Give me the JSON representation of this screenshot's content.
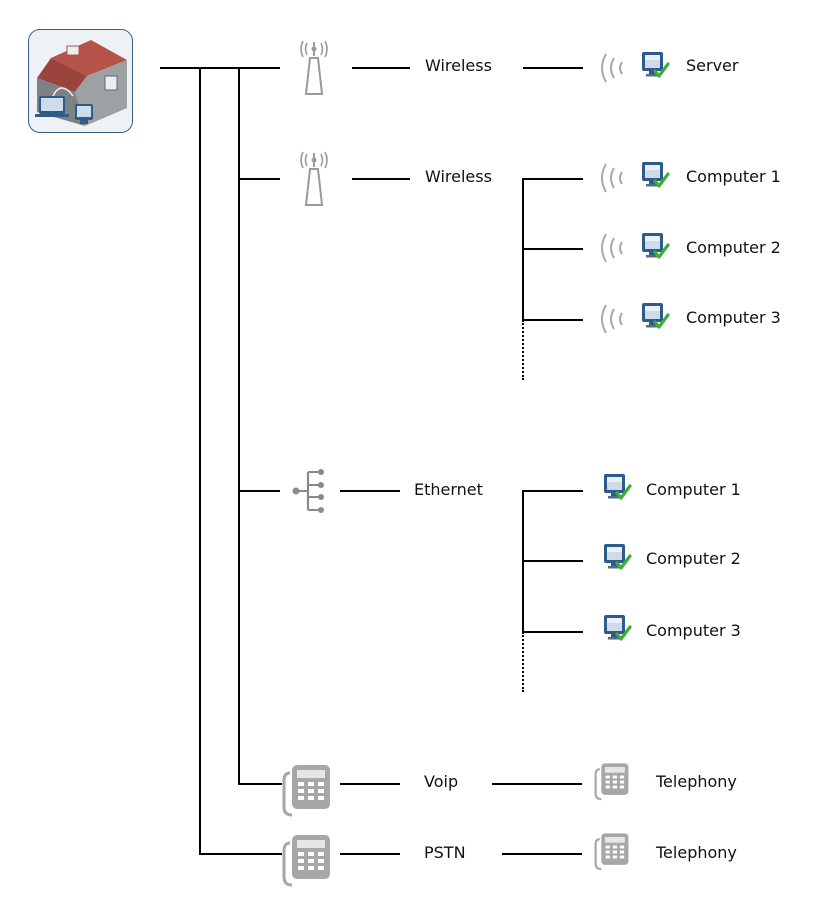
{
  "diagram": {
    "house_icon": "home-network-icon",
    "branches": [
      {
        "connection": "Wireless",
        "icon": "antenna-icon",
        "devices": [
          {
            "label": "Server",
            "icon": "computer-icon",
            "signal": true
          }
        ]
      },
      {
        "connection": "Wireless",
        "icon": "antenna-icon",
        "devices": [
          {
            "label": "Computer 1",
            "icon": "computer-icon",
            "signal": true
          },
          {
            "label": "Computer 2",
            "icon": "computer-icon",
            "signal": true
          },
          {
            "label": "Computer 3",
            "icon": "computer-icon",
            "signal": true
          }
        ],
        "more": true
      },
      {
        "connection": "Ethernet",
        "icon": "ethernet-hub-icon",
        "devices": [
          {
            "label": "Computer 1",
            "icon": "computer-icon",
            "signal": false
          },
          {
            "label": "Computer 2",
            "icon": "computer-icon",
            "signal": false
          },
          {
            "label": "Computer 3",
            "icon": "computer-icon",
            "signal": false
          }
        ],
        "more": true
      },
      {
        "connection": "Voip",
        "icon": "telephone-icon",
        "devices": [
          {
            "label": "Telephony",
            "icon": "telephone-icon",
            "signal": false
          }
        ]
      },
      {
        "connection": "PSTN",
        "icon": "telephone-icon",
        "devices": [
          {
            "label": "Telephony",
            "icon": "telephone-icon",
            "signal": false
          }
        ]
      }
    ],
    "colors": {
      "roof": "#b5524a",
      "wall": "#8f9295",
      "antenna": "#9a9a9a",
      "monitor": "#2f5a8c",
      "check": "#3cae3a",
      "phone": "#a7a7a7"
    }
  }
}
